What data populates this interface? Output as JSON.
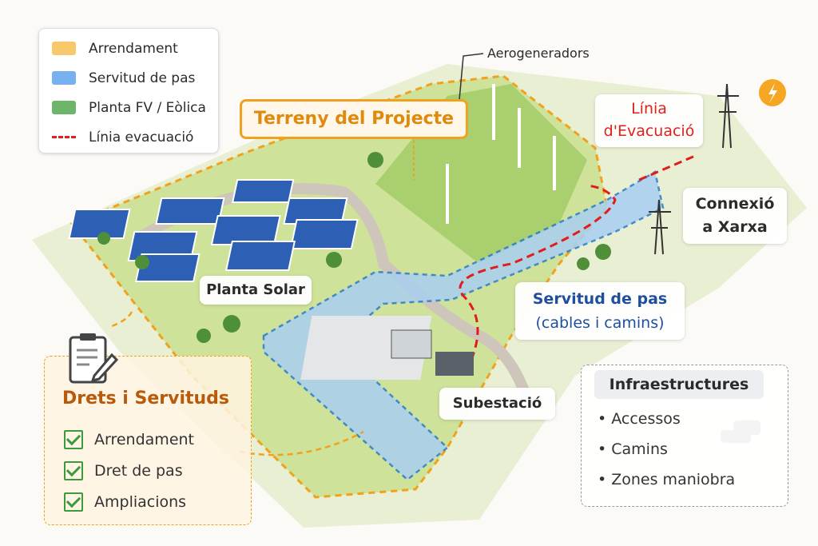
{
  "legend": {
    "items": [
      {
        "label": "Arrendament",
        "color": "#f8c96a"
      },
      {
        "label": "Servitud de pas",
        "color": "#79b0ee"
      },
      {
        "label": "Planta FV / Eòlica",
        "color": "#6cb56a"
      },
      {
        "label": "Línia evacuació",
        "color": "#e01c1c"
      }
    ]
  },
  "labels": {
    "aerogeneradors": "Aerogeneradors",
    "terreny": "Terreny del Projecte",
    "linia_1": "Línia",
    "linia_2": "d'Evacuació",
    "connexio_1": "Connexió",
    "connexio_2": "a Xarxa",
    "planta_solar": "Planta Solar",
    "servitud_1": "Servitud de pas",
    "servitud_2": "(cables i camins)",
    "subestacio": "Subestació"
  },
  "infra": {
    "title": "Infraestructures",
    "items": [
      "Accessos",
      "Camins",
      "Zones maniobra"
    ]
  },
  "drets": {
    "title": "Drets i Servituds",
    "items": [
      "Arrendament",
      "Dret de pas",
      "Ampliacions"
    ]
  }
}
